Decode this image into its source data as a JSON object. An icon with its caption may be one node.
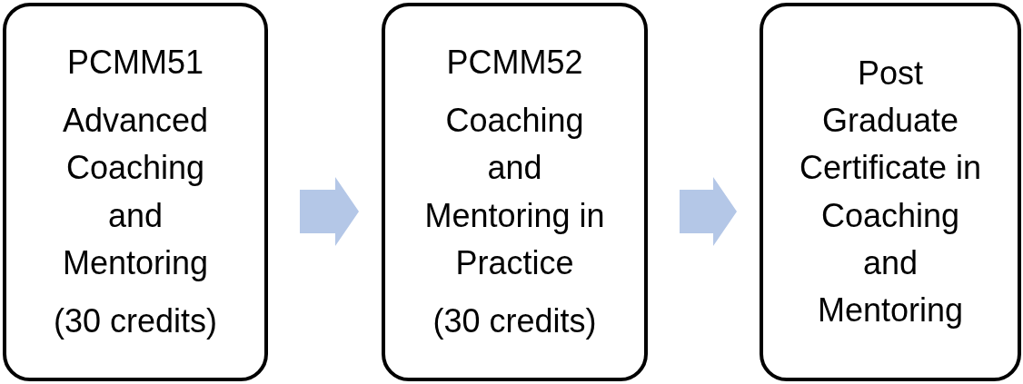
{
  "diagram": {
    "nodes": [
      {
        "text": [
          "PCMM51",
          "Advanced Coaching and Mentoring",
          "(30 credits)"
        ]
      },
      {
        "text": [
          "PCMM52",
          "Coaching and Mentoring in Practice",
          "(30 credits)"
        ]
      },
      {
        "text": [
          "Post Graduate Certificate in Coaching and Mentoring"
        ]
      }
    ],
    "edges": [
      {
        "from": 0,
        "to": 1,
        "arrow": "to",
        "color": "#b4c7e7"
      },
      {
        "from": 1,
        "to": 2,
        "arrow": "to",
        "color": "#b4c7e7"
      }
    ]
  }
}
